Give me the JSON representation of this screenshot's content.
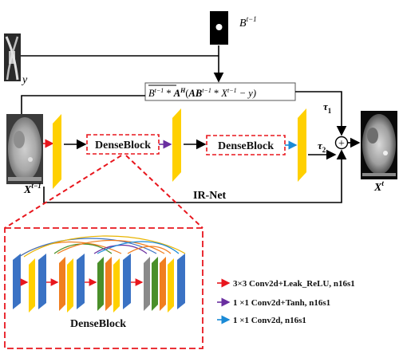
{
  "labels": {
    "b_prev": "B",
    "b_prev_sup": "t−1",
    "y": "y",
    "x_prev": "X",
    "x_prev_sup": "t−1",
    "x_out": "X",
    "x_out_sup": "t",
    "tau1": "τ",
    "tau1_sub": "1",
    "tau2": "τ",
    "tau2_sub": "2",
    "irnet": "IR-Net",
    "denseblock1": "DenseBlock",
    "denseblock2": "DenseBlock",
    "denseblock_caption": "DenseBlock",
    "plus": "+"
  },
  "formula": {
    "b_bar": "B",
    "b_bar_sup": "t−1",
    "star1": " * ",
    "A": "A",
    "A_sup": "H",
    "open": "(",
    "AB": "AB",
    "AB_sup": "t−1",
    "star2": " * ",
    "X": "X",
    "X_sup": "t−1",
    "minus_y": " − y)"
  },
  "legend": [
    {
      "text": "3×3 Conv2d+Leak_ReLU, n16s1",
      "color": "#e8161d"
    },
    {
      "text": "1 ×1 Conv2d+Tanh, n16s1",
      "color": "#6a2fa0"
    },
    {
      "text": "1 ×1 Conv2d, n16s1",
      "color": "#1a8ad6"
    }
  ],
  "colors": {
    "feature_map": "#ffd000",
    "dashed_box": "#e8161d",
    "blue_layer": "#3a72c4",
    "orange_layer": "#f07e1f",
    "green_layer": "#4a8f2a",
    "gray_layer": "#8a8a8a"
  }
}
